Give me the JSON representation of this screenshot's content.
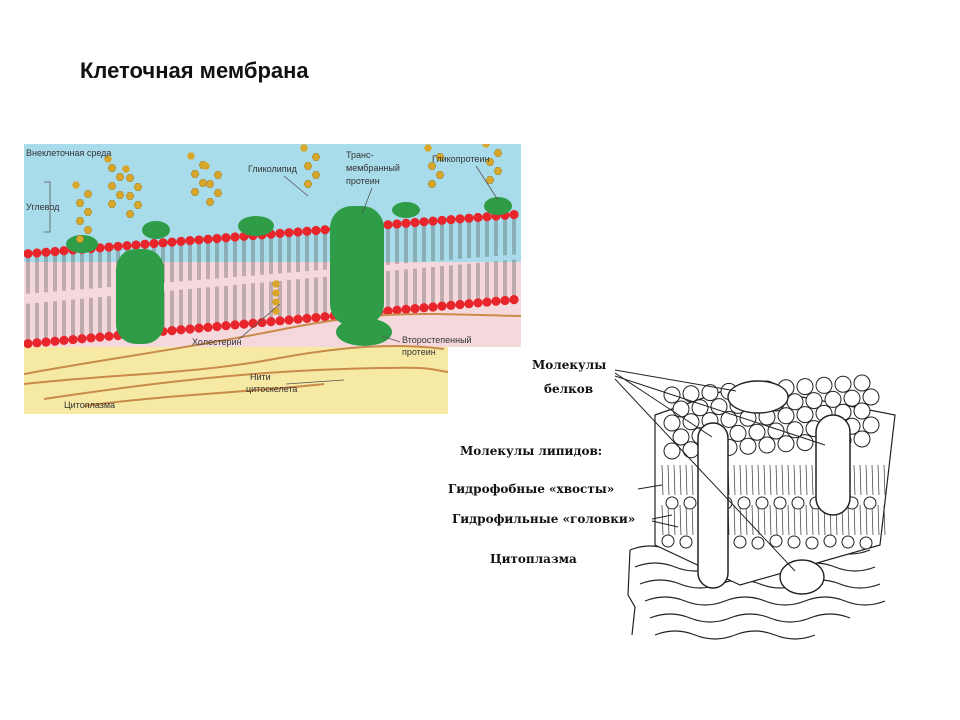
{
  "title": "Клеточная мембрана",
  "figure1": {
    "labels": {
      "extracellular": "Внеклеточная среда",
      "carbohydrate": "Углевод",
      "glycolipid": "Гликолипид",
      "transmembrane_1": "Транс-",
      "transmembrane_2": "мембранный",
      "transmembrane_3": "протеин",
      "glycoprotein": "Гликопротеин",
      "cholesterol": "Холестерин",
      "peripheral_1": "Второстепенный",
      "peripheral_2": "протеин",
      "cytoskeleton_1": "Нити",
      "cytoskeleton_2": "цитоскелета",
      "cytoplasm": "Цитоплазма"
    },
    "colors": {
      "water": "#a9dcea",
      "head": "#e8252b",
      "protein": "#2f9d48",
      "sugar": "#d8a72a",
      "cytoplasm": "#f6e9a4",
      "filament": "#c98a4a"
    }
  },
  "figure2": {
    "labels": {
      "protein_1": "Молекулы",
      "protein_2": "белков",
      "lipids": "Молекулы липидов:",
      "tails": "Гидрофобные «хвосты»",
      "heads": "Гидрофильные «головки»",
      "cytoplasm": "Цитоплазма"
    }
  }
}
